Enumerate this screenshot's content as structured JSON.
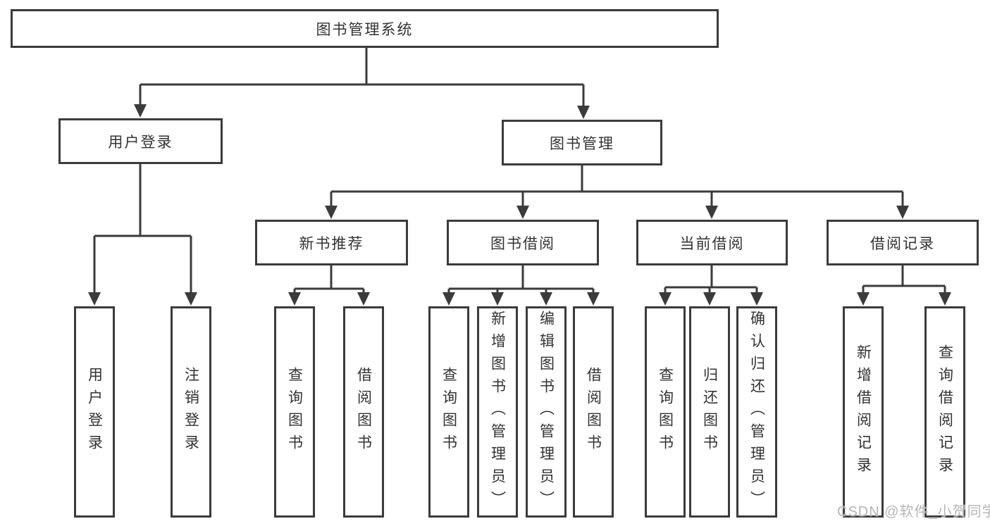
{
  "tree": {
    "label": "图书管理系统",
    "children": [
      {
        "label": "用户登录",
        "children": [
          {
            "label": "用户登录"
          },
          {
            "label": "注销登录"
          }
        ]
      },
      {
        "label": "图书管理",
        "children": [
          {
            "label": "新书推荐",
            "children": [
              {
                "label": "查询图书"
              },
              {
                "label": "借阅图书"
              }
            ]
          },
          {
            "label": "图书借阅",
            "children": [
              {
                "label": "查询图书"
              },
              {
                "label": "新增图书（管理员）"
              },
              {
                "label": "编辑图书（管理员）"
              },
              {
                "label": "借阅图书"
              }
            ]
          },
          {
            "label": "当前借阅",
            "children": [
              {
                "label": "查询图书"
              },
              {
                "label": "归还图书"
              },
              {
                "label": "确认归还（管理员）"
              }
            ]
          },
          {
            "label": "借阅记录",
            "children": [
              {
                "label": "新增借阅记录"
              },
              {
                "label": "查询借阅记录"
              }
            ]
          }
        ]
      }
    ]
  },
  "watermark": {
    "text": "CSDN @软件_小贺同学"
  },
  "colors": {
    "line": "#3b3b3b",
    "text": "#333333",
    "box_background": "#ffffff",
    "watermark": "#b5b5b5"
  }
}
